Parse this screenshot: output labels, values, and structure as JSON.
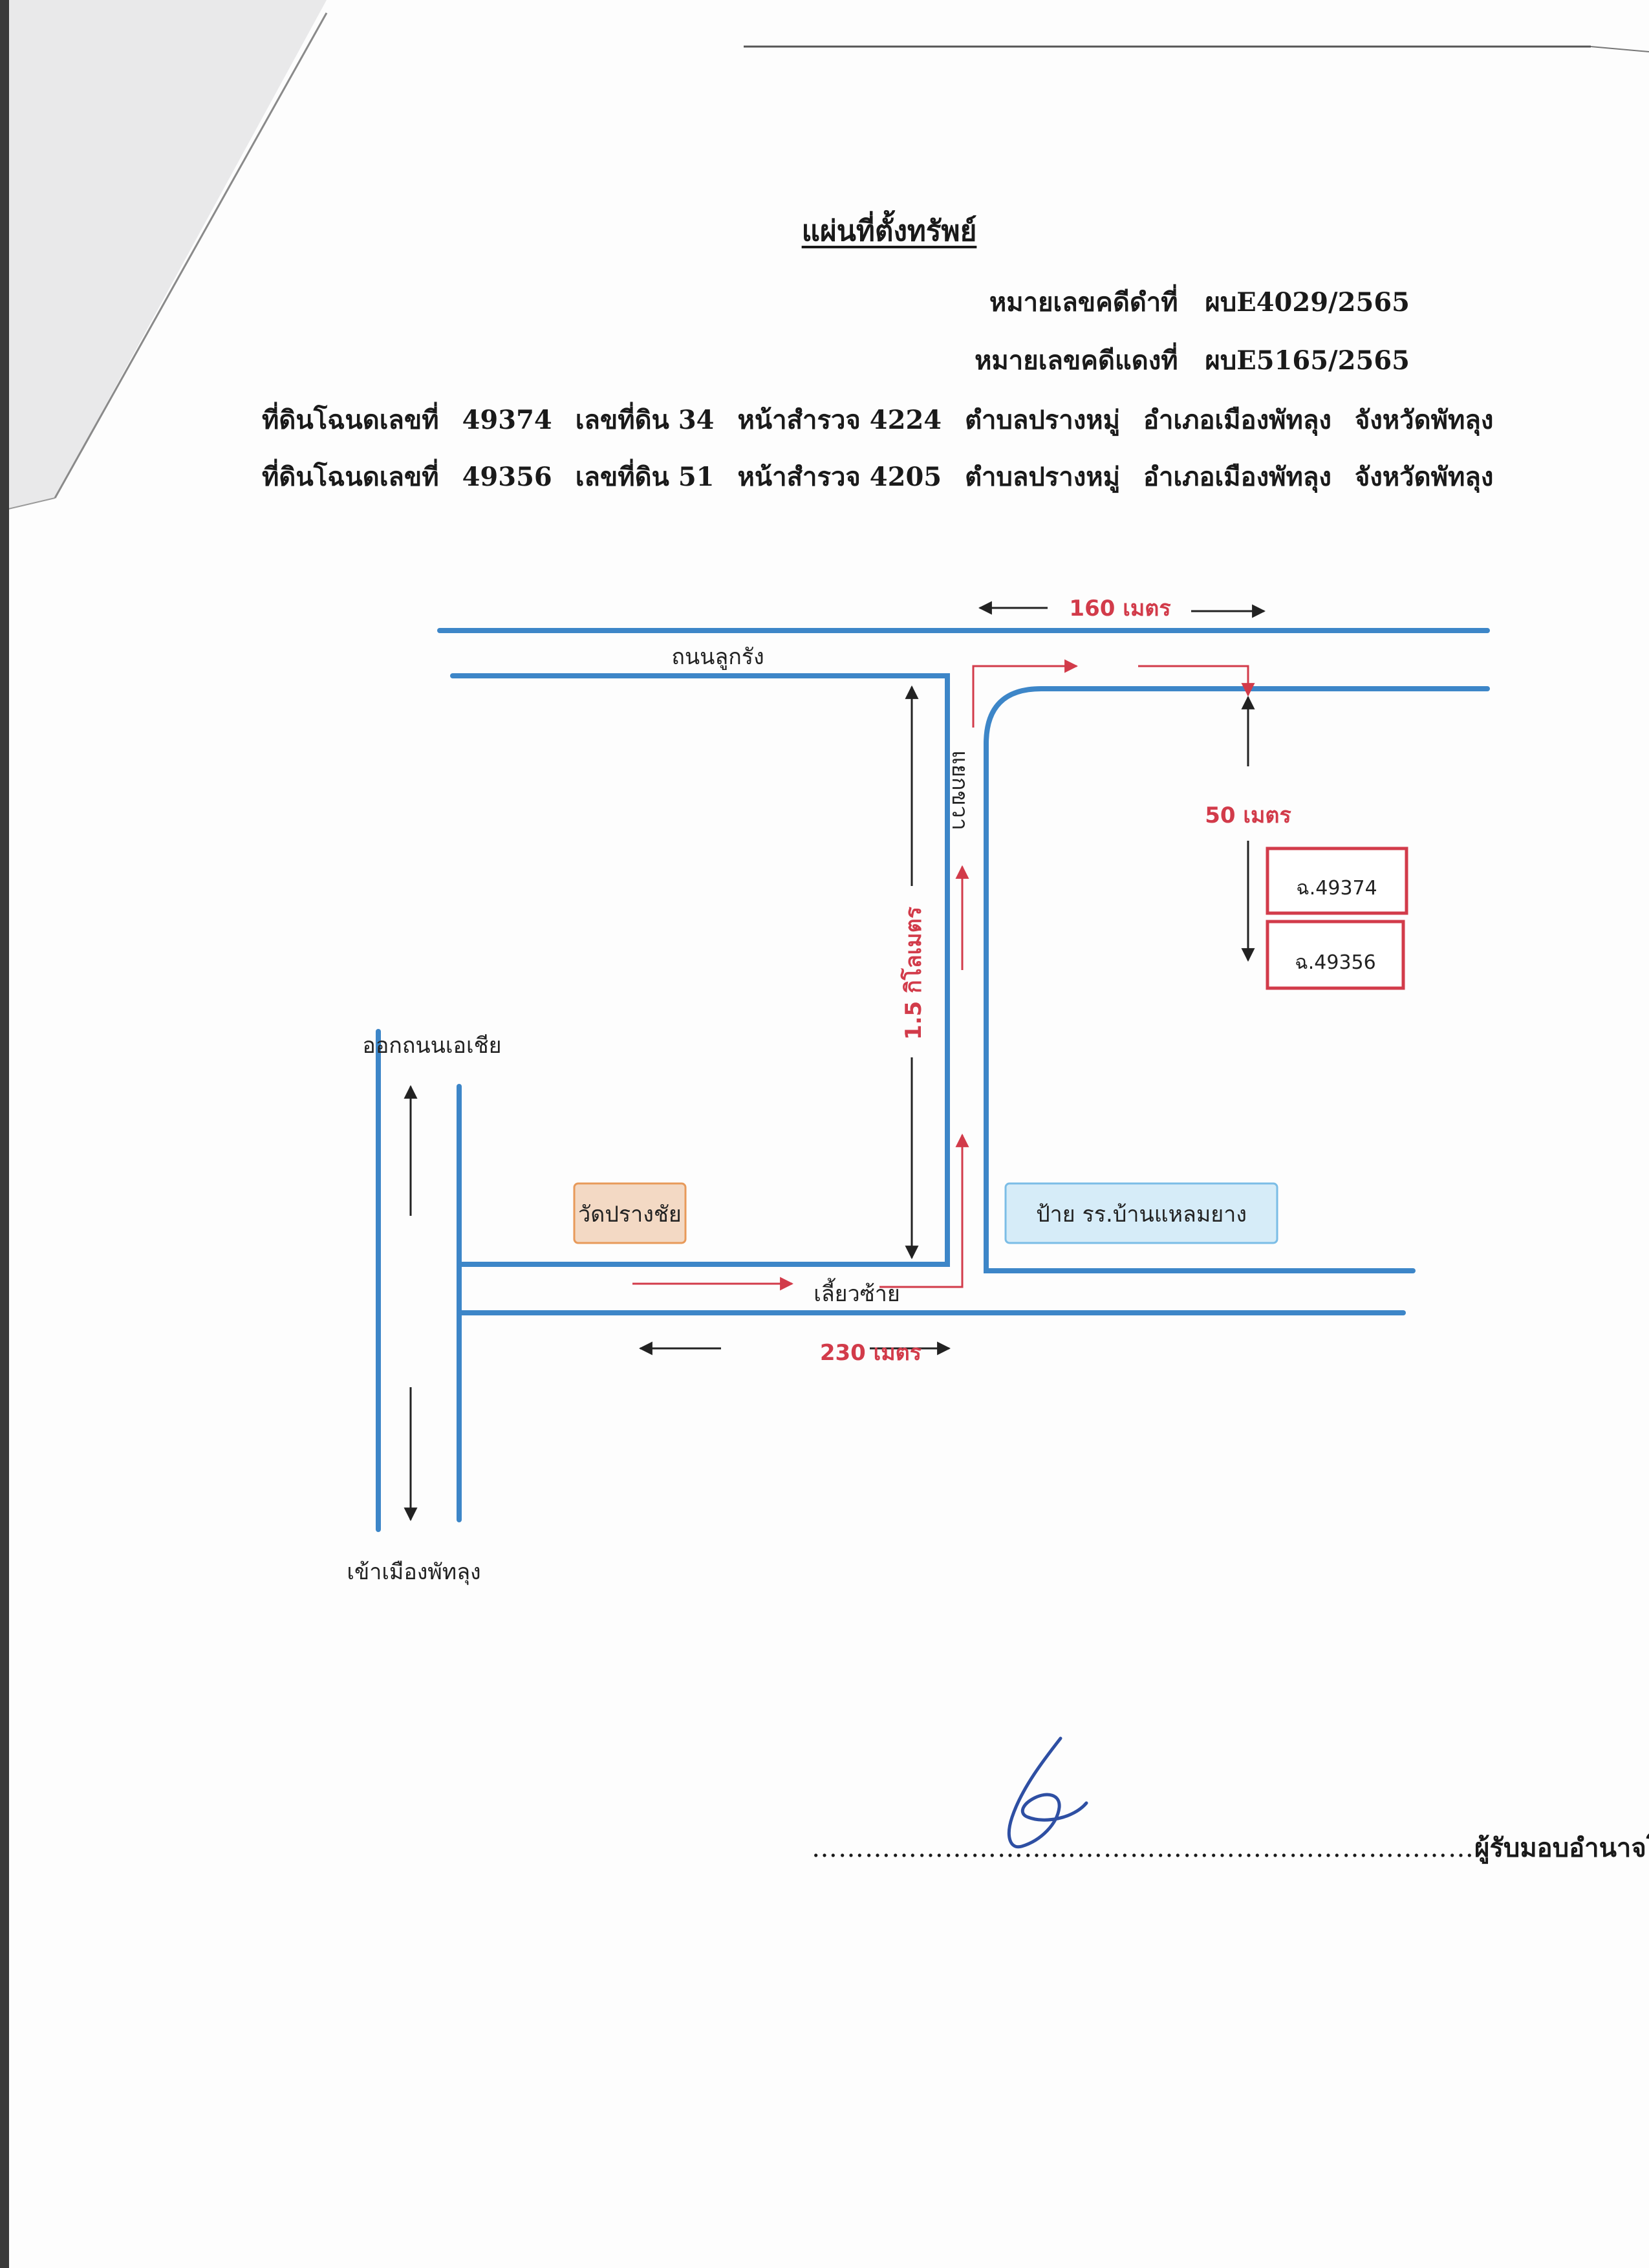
{
  "document": {
    "title": "แผ่นที่ตั้งทรัพย์",
    "case_black_label": "หมายเลขคดีดำที่",
    "case_black_value": "ผบE4029/2565",
    "case_red_label": "หมายเลขคดีแดงที่",
    "case_red_value": "ผบE5165/2565"
  },
  "deeds": [
    {
      "label": "ที่ดินโฉนดเลขที่",
      "deed_no": "49374",
      "parcel": "เลขที่ดิน 34",
      "survey": "หน้าสำรวจ 4224",
      "subdistrict": "ตำบลปรางหมู่",
      "district": "อำเภอเมืองพัทลุง",
      "province": "จังหวัดพัทลุง"
    },
    {
      "label": "ที่ดินโฉนดเลขที่",
      "deed_no": "49356",
      "parcel": "เลขที่ดิน 51",
      "survey": "หน้าสำรวจ 4205",
      "subdistrict": "ตำบลปรางหมู่",
      "district": "อำเภอเมืองพัทลุง",
      "province": "จังหวัดพัทลุง"
    }
  ],
  "map": {
    "road_lukrang": "ถนนลูกรัง",
    "road_side": "แยกขวา",
    "exit_asia": "ออกถนนเอเชีย",
    "to_phatthalung": "เข้าเมืองพัทลุง",
    "turn_left": "เลี้ยวซ้าย",
    "temple": "วัดปรางชัย",
    "school_sign": "ป้าย รร.บ้านแหลมยาง",
    "plot_1": "ฉ.49374",
    "plot_2": "ฉ.49356",
    "dist_160": "160 เมตร",
    "dist_50": "50 เมตร",
    "dist_15km": "1.5 กิโลเมตร",
    "dist_230": "230 เมตร"
  },
  "signature": {
    "dots": "…………………………………………………………………",
    "role": "ผู้รับมอบอำนาจโจทก์"
  },
  "colors": {
    "road": "#3d86c8",
    "route": "#d23b4a",
    "dimension": "#222222",
    "temple_fill": "#f3d9c4",
    "temple_border": "#e89a5a",
    "school_fill": "#d6ecf8",
    "school_border": "#7bbde6",
    "plot_border": "#d23b4a"
  }
}
